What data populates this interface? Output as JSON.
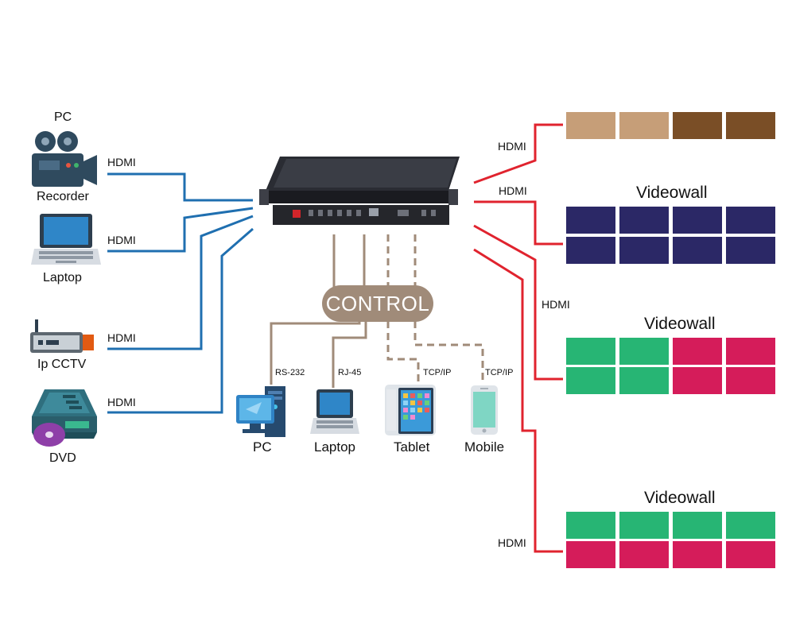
{
  "sources": {
    "pc_label": "PC",
    "recorder_label": "Recorder",
    "laptop_label": "Laptop",
    "ipcctv_label": "Ip CCTV",
    "dvd_label": "DVD"
  },
  "input_links": [
    "HDMI",
    "HDMI",
    "HDMI",
    "HDMI"
  ],
  "output_links": [
    "HDMI",
    "HDMI",
    "HDMI",
    "HDMI"
  ],
  "control": {
    "label": "CONTROL",
    "ports": [
      "RS-232",
      "RJ-45",
      "TCP/IP",
      "TCP/IP"
    ],
    "devices": [
      "PC",
      "Laptop",
      "Tablet",
      "Mobile"
    ]
  },
  "displays": {
    "videowall_label": "Videowall"
  },
  "colors": {
    "input_line": "#1f6fb0",
    "output_line": "#e0232e",
    "control_line": "#a08b79",
    "tan": "#c69e78",
    "brown": "#7a4e26",
    "navy": "#2b2866",
    "green": "#27b574",
    "magenta": "#d51c5a"
  }
}
